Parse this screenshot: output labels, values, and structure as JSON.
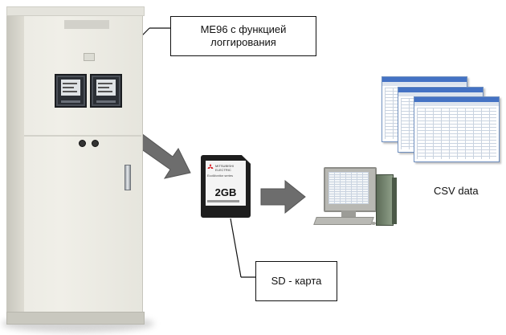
{
  "labels": {
    "meter_caption_line1": "ME96 с функцией",
    "meter_caption_line2": "логгирования",
    "sd_caption": "SD - карта",
    "csv_caption": "CSV data"
  },
  "sd_card": {
    "brand_line1": "MITSUBISHI",
    "brand_line2": "ELECTRIC",
    "series": "EcoMonitor series",
    "capacity": "2GB"
  },
  "colors": {
    "arrow": "#6d6d6d",
    "label_border": "#111111",
    "sheet_accent": "#4472c4",
    "logo": "#d71920"
  }
}
